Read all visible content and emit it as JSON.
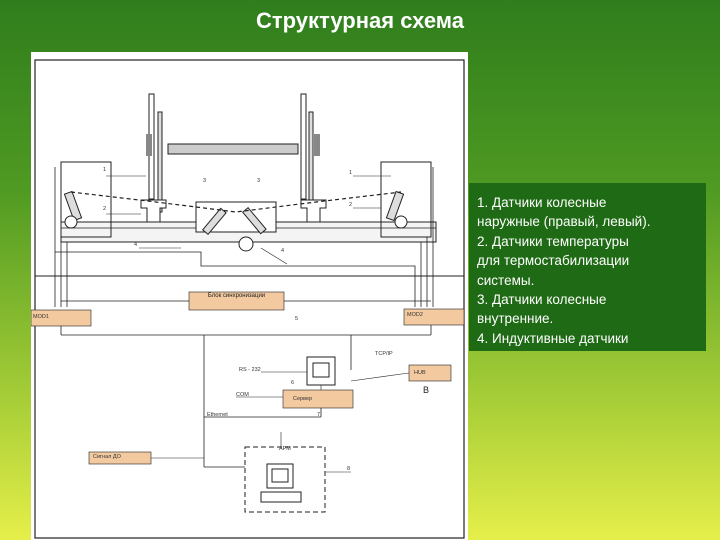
{
  "title": "Структурная схема",
  "legend": [
    "1. Датчики колесные",
    "наружные (правый, левый).",
    "2. Датчики температуры",
    "для термостабилизации",
    "системы.",
    "3. Датчики колесные",
    "внутренние.",
    "4. Индуктивные датчики"
  ],
  "diagram": {
    "sync_block": "Блок синхронизации",
    "mod1": "MOD1",
    "mod2": "MOD2",
    "tcpip": "TCP/IP",
    "rs232": "RS - 232",
    "hub": "HUB",
    "b_label": "B",
    "com": "COM",
    "server": "Сервер",
    "ethernet": "Ethernet",
    "arm": "АРМ",
    "signal_do": "Сигнал ДО",
    "markers": [
      "1",
      "1",
      "2",
      "2",
      "3",
      "3",
      "4",
      "4",
      "5",
      "6",
      "7",
      "8"
    ]
  },
  "colors": {
    "panel_box_fill": "#f3c9a0",
    "legend_bg": "#1f6a14",
    "line": "#222222"
  }
}
